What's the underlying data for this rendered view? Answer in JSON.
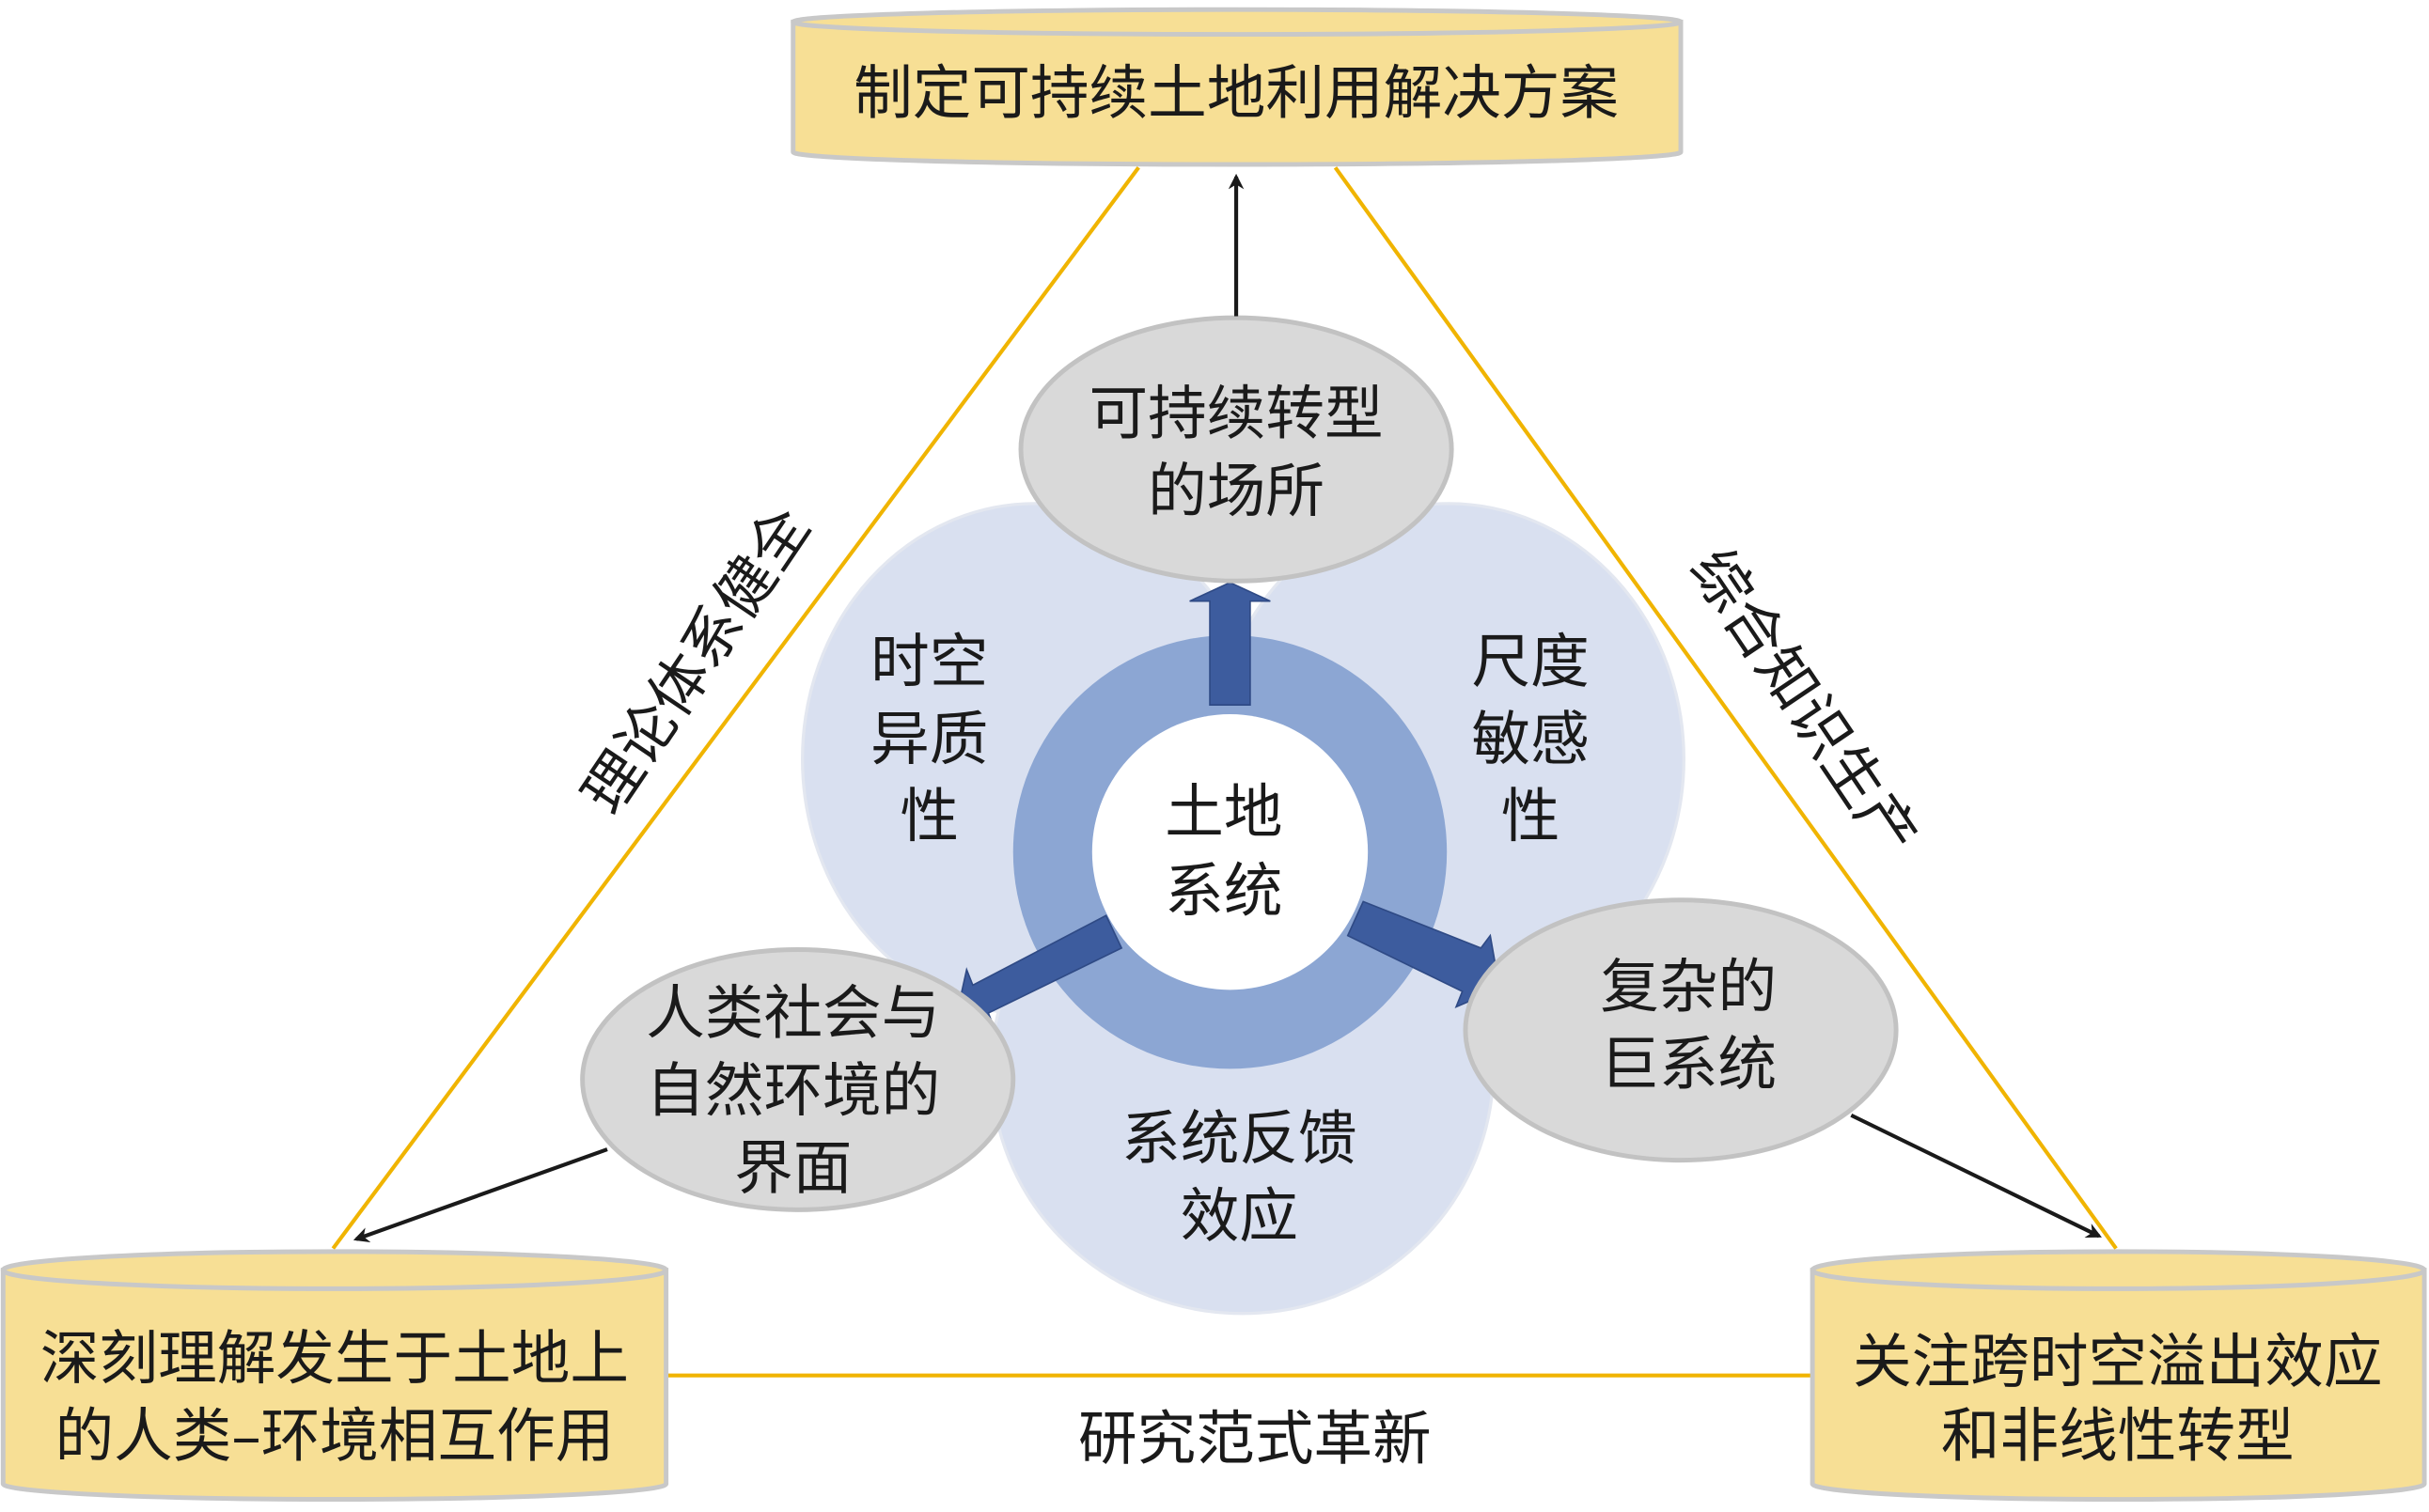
{
  "goals": {
    "top": [
      "制定可持续土地利用解决方案"
    ],
    "left": [
      "深刻理解发生于土地上",
      "的人类–环境相互作用"
    ],
    "right": [
      "关注跨时空溢出效应",
      "和非线性转型"
    ]
  },
  "edges": {
    "left": "理论体系健全",
    "right": "综合知识生产",
    "bottom": "研究范式革新"
  },
  "core": [
    "土地",
    "系统"
  ],
  "properties": {
    "left": [
      "时空",
      "异质",
      "性"
    ],
    "right": [
      "尺度",
      "敏感",
      "性"
    ],
    "bottom": [
      "系统反馈",
      "效应"
    ]
  },
  "roles": {
    "top": [
      "可持续转型",
      "的场所"
    ],
    "left": [
      "人类社会与",
      "自然环境的",
      "界面"
    ],
    "right": [
      "复杂的",
      "巨系统"
    ]
  },
  "colors": {
    "cylinder": "#f7df95",
    "triangle": "#f0b400",
    "lobe": "#d9e0f0",
    "ring": "#8ca6d3",
    "arrow": "#3d5c9e",
    "ellipse": "#d9d9d9"
  }
}
